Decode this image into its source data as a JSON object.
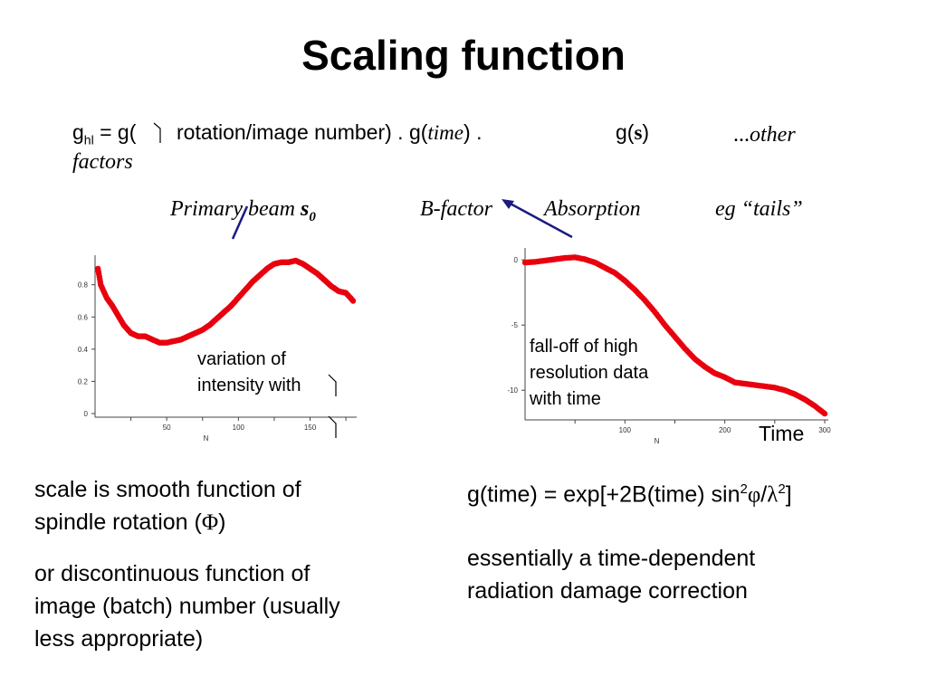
{
  "slide": {
    "title": "Scaling function",
    "formula": {
      "g": "g",
      "sub": "hl",
      "eq_g_open": " = g(",
      "rotation_text": "rotation/image number) . g(",
      "time_word": "time",
      "close_dot": ") .",
      "g_s_open": "g(",
      "s_word": "s",
      "g_s_close": ")",
      "ellipsis": "...",
      "other_factors": "other factors"
    },
    "labels": {
      "primary_beam": "Primary beam ",
      "s0": "s",
      "s0_sub": "0",
      "bfactor": "B-factor",
      "absorption": "Absorption",
      "tails": "eg “tails”"
    },
    "left_note": [
      "variation of",
      "intensity with"
    ],
    "right_note": [
      "fall-off of high",
      "resolution data",
      "with time"
    ],
    "time_label": "Time",
    "left_text": {
      "p1_line1": "scale is smooth function of",
      "p1_line2": "spindle rotation (",
      "p1_phi": "Φ",
      "p1_close": ")",
      "p2_line1": "or discontinuous function of",
      "p2_line2": "image (batch) number (usually",
      "p2_line3": "less appropriate)"
    },
    "right_text": {
      "eq_prefix": "g(time) = exp[+2B(time) sin",
      "eq_sup2a": "2",
      "eq_phi": "φ",
      "eq_slash": "/",
      "eq_lambda": "λ",
      "eq_sup2b": "2",
      "eq_close": "]",
      "p2_line1": "essentially a time-dependent",
      "p2_line2": "radiation damage correction"
    },
    "colors": {
      "curve": "#e8000f",
      "arrow": "#1a1a80",
      "axis": "#444444"
    }
  },
  "chart_data": [
    {
      "type": "scatter",
      "title": "",
      "xlabel": "N",
      "ylabel": "",
      "xlim": [
        0,
        180
      ],
      "ylim": [
        0,
        0.95
      ],
      "xticks": [
        50,
        100,
        150
      ],
      "yticks": [
        0,
        0.2,
        0.4,
        0.6,
        0.8
      ],
      "xtick_labels": [
        "50",
        "100",
        "150"
      ],
      "ytick_labels": [
        "0",
        "0.2",
        "0.4",
        "0.6",
        "0.8"
      ],
      "x": [
        2,
        4,
        8,
        12,
        16,
        20,
        25,
        30,
        35,
        40,
        45,
        50,
        55,
        60,
        65,
        70,
        75,
        80,
        85,
        90,
        95,
        100,
        105,
        110,
        115,
        120,
        125,
        130,
        135,
        140,
        145,
        150,
        155,
        160,
        165,
        170,
        175,
        180
      ],
      "y": [
        0.9,
        0.8,
        0.72,
        0.67,
        0.61,
        0.55,
        0.5,
        0.48,
        0.48,
        0.46,
        0.44,
        0.44,
        0.45,
        0.46,
        0.48,
        0.5,
        0.52,
        0.55,
        0.59,
        0.63,
        0.67,
        0.72,
        0.77,
        0.82,
        0.86,
        0.9,
        0.93,
        0.94,
        0.94,
        0.95,
        0.93,
        0.9,
        0.87,
        0.83,
        0.79,
        0.76,
        0.75,
        0.7
      ]
    },
    {
      "type": "scatter",
      "title": "",
      "xlabel": "N",
      "ylabel": "",
      "xlim": [
        0,
        300
      ],
      "ylim": [
        -12,
        0.5
      ],
      "xticks": [
        100,
        200,
        300
      ],
      "yticks": [
        0,
        -5,
        -10
      ],
      "xtick_labels": [
        "100",
        "200",
        "300"
      ],
      "ytick_labels": [
        "0",
        "-5",
        "-10"
      ],
      "x": [
        0,
        10,
        20,
        30,
        40,
        50,
        60,
        70,
        80,
        90,
        100,
        110,
        120,
        130,
        140,
        150,
        160,
        170,
        180,
        190,
        200,
        210,
        220,
        230,
        240,
        250,
        260,
        270,
        280,
        290,
        300
      ],
      "y": [
        -0.2,
        -0.15,
        -0.05,
        0.05,
        0.15,
        0.2,
        0.05,
        -0.2,
        -0.6,
        -1.0,
        -1.6,
        -2.3,
        -3.1,
        -4.0,
        -5.0,
        -5.9,
        -6.8,
        -7.6,
        -8.2,
        -8.7,
        -9.0,
        -9.4,
        -9.5,
        -9.6,
        -9.7,
        -9.8,
        -10.0,
        -10.3,
        -10.7,
        -11.2,
        -11.8
      ]
    }
  ]
}
